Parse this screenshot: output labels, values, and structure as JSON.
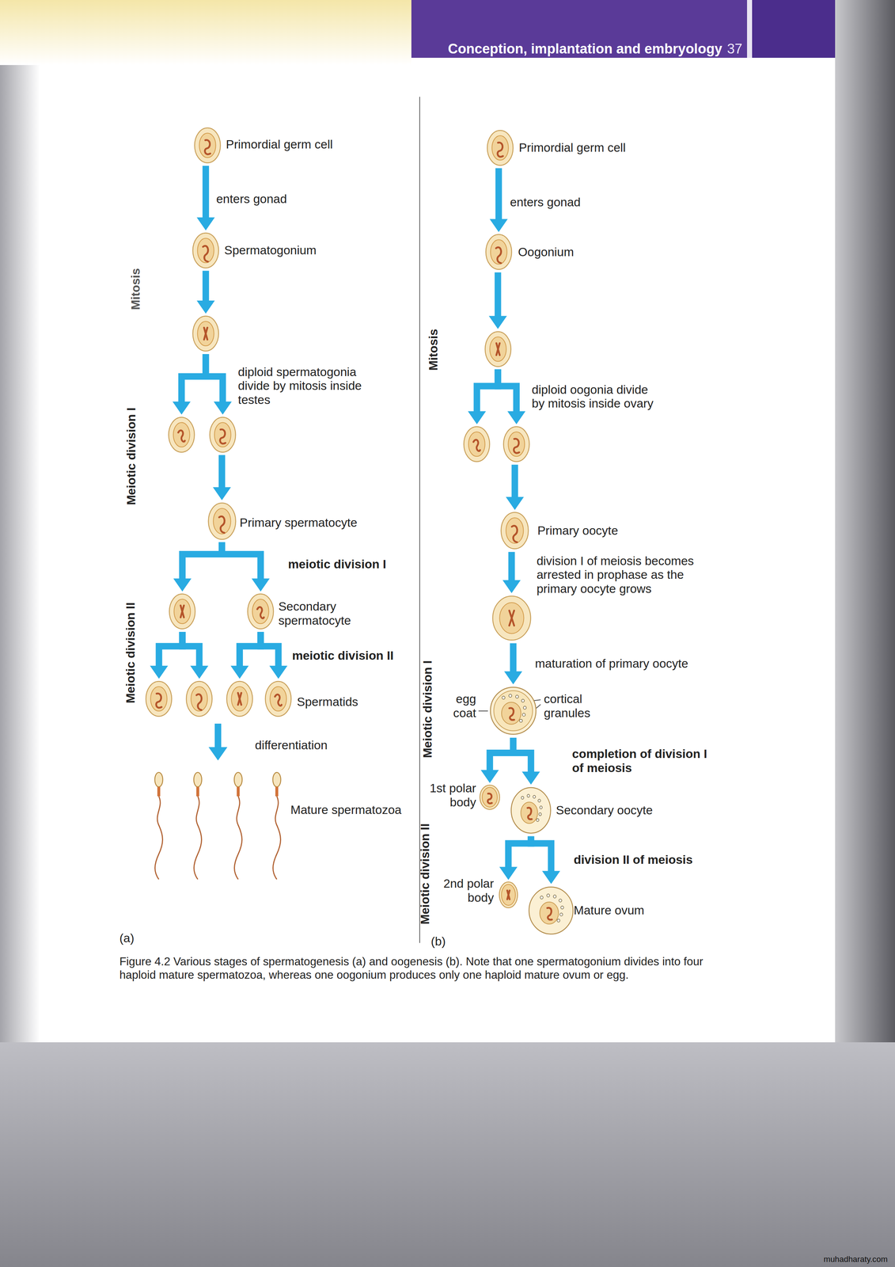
{
  "diagram": {
    "caption": "Figure 4.2 Various stages of spermatogenesis (a) and oogenesis (b). Note that one spermatogonium divides into four haploid mature spermatozoa, whereas one oogonium produces only one haploid mature ovum or egg.",
    "nodes": [
      {
        "text": [
          "Primordial germ cell"
        ]
      },
      {
        "text": [
          "Spermatogonium"
        ]
      },
      {
        "text": []
      },
      {
        "text": []
      },
      {
        "text": []
      },
      {
        "text": [
          "Primary spermatocyte"
        ]
      },
      {
        "text": []
      },
      {
        "text": [
          "Secondary spermatocyte"
        ]
      },
      {
        "text": []
      },
      {
        "text": []
      },
      {
        "text": []
      },
      {
        "text": [
          "Spermatids"
        ]
      },
      {
        "text": [
          "Primordial germ cell"
        ]
      },
      {
        "text": [
          "Oogonium"
        ]
      },
      {
        "text": []
      },
      {
        "text": []
      },
      {
        "text": []
      },
      {
        "text": [
          "Primary oocyte"
        ]
      },
      {
        "text": []
      },
      {
        "text": []
      },
      {
        "text": [
          "1st polar body"
        ]
      },
      {
        "text": [
          "Secondary oocyte"
        ]
      },
      {
        "text": [
          "2nd polar body"
        ]
      },
      {
        "text": [
          "Mature ovum"
        ]
      }
    ],
    "edges": [
      {
        "from": 0,
        "to": 1,
        "label": "enters gonad",
        "arrow": "to"
      },
      {
        "from": 1,
        "to": 2,
        "arrow": "to"
      },
      {
        "from": 2,
        "to": 3,
        "label": "diploid spermatogonia divide by mitosis inside testes",
        "arrow": "to"
      },
      {
        "from": 2,
        "to": 4,
        "arrow": "to"
      },
      {
        "from": 4,
        "to": 5,
        "arrow": "to"
      },
      {
        "from": 5,
        "to": 6,
        "label": "meiotic division I",
        "arrow": "to"
      },
      {
        "from": 5,
        "to": 7,
        "arrow": "to"
      },
      {
        "from": 6,
        "to": 8,
        "arrow": "to"
      },
      {
        "from": 6,
        "to": 9,
        "arrow": "to"
      },
      {
        "from": 7,
        "to": 10,
        "label": "meiotic division II",
        "arrow": "to"
      },
      {
        "from": 7,
        "to": 11,
        "arrow": "to"
      },
      {
        "from": 12,
        "to": 13,
        "label": "enters gonad",
        "arrow": "to"
      },
      {
        "from": 13,
        "to": 14,
        "arrow": "to"
      },
      {
        "from": 14,
        "to": 15,
        "label": "diploid oogonia divide by mitosis inside ovary",
        "arrow": "to"
      },
      {
        "from": 14,
        "to": 16,
        "arrow": "to"
      },
      {
        "from": 16,
        "to": 17,
        "arrow": "to"
      },
      {
        "from": 17,
        "to": 18,
        "label": "division I of meiosis becomes arrested in prophase as the primary oocyte grows",
        "arrow": "to"
      },
      {
        "from": 18,
        "to": 19,
        "label": "maturation of primary oocyte",
        "arrow": "to"
      },
      {
        "from": 19,
        "to": 20,
        "label": "completion of division I of meiosis",
        "arrow": "to"
      },
      {
        "from": 19,
        "to": 21,
        "arrow": "to"
      },
      {
        "from": 21,
        "to": 22,
        "label": "division II of meiosis",
        "arrow": "to"
      },
      {
        "from": 21,
        "to": 23,
        "arrow": "to"
      }
    ],
    "labels": [
      "Conception, implantation and embryology",
      "37",
      "Mitosis",
      "Meiotic division I",
      "Meiotic division II",
      "differentiation",
      "Mature spermatozoa",
      "(a)",
      "Mitosis",
      "Meiotic division I",
      "Meiotic division II",
      "egg coat",
      "cortical granules",
      "(b)",
      "muhadharaty.com"
    ]
  }
}
